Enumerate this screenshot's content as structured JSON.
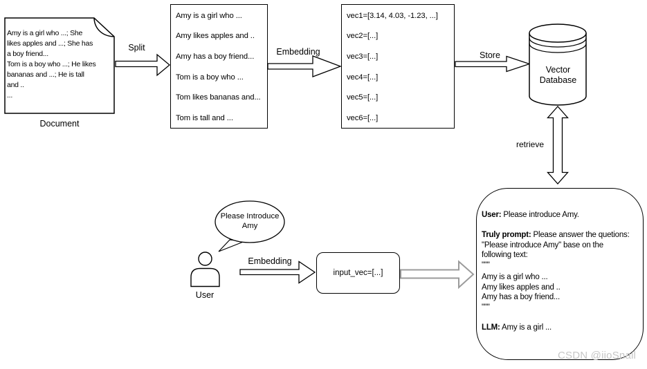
{
  "colors": {
    "background": "#ffffff",
    "stroke": "#000000",
    "arrow_gray": "#9b9b9b",
    "watermark": "#c6c6c6"
  },
  "document": {
    "text": "Amy is a girl who ...; She\nlikes apples and ...; She has\na boy friend...\nTom is a boy who ...; He likes\nbananas and ...; He is tall\nand ..\n...",
    "label": "Document"
  },
  "arrows": {
    "split": "Split",
    "embedding_top": "Embedding",
    "store": "Store",
    "retrieve": "retrieve",
    "embedding_user": "Embedding"
  },
  "chunks": {
    "lines": [
      "Amy is a girl who ...",
      "Amy likes apples and ..",
      "Amy has a boy friend...",
      "Tom is a boy who ...",
      "Tom likes bananas and...",
      "Tom is tall and ..."
    ]
  },
  "vectors": {
    "lines": [
      "vec1=[3.14, 4.03, -1.23, ...]",
      "vec2=[...]",
      "vec3=[...]",
      "vec4=[...]",
      "vec5=[...]",
      "vec6=[...]"
    ]
  },
  "vector_db": {
    "label": "Vector Database"
  },
  "user": {
    "bubble": "Please Introduce Amy",
    "label": "User"
  },
  "input_vec": {
    "text": "input_vec=[...]"
  },
  "prompt_panel": {
    "user_label": "User:",
    "user_text": "Please introduce Amy.",
    "truly_label": "Truly prompt:",
    "truly_text": " Please answer the quetions:\n\"Please introduce Amy\" base on the\nfollowing text:\n\"\"\"",
    "context_text": "Amy is a girl who ...\nAmy likes apples and ..\nAmy has a boy friend...\n\"\"\"",
    "llm_label": "LLM:",
    "llm_text": "Amy is a girl ..."
  },
  "watermark": "CSDN @iioSnail"
}
